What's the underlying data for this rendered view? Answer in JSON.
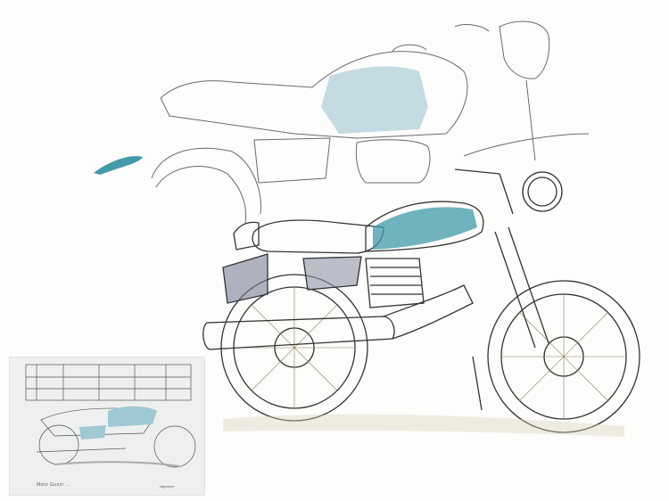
{
  "artwork": {
    "subject": "Motorcycle design sketch",
    "style": "Pencil line drawing with teal watercolor accents",
    "accent_color": "#3d9aa8",
    "wash_color": "#9fc4d0",
    "line_color": "#3a3a3a",
    "paper_color": "#fdfdfc",
    "elements": [
      {
        "name": "concept-sketch-upper",
        "description": "Loose construction sketch of tank, seat, side panel and headlight"
      },
      {
        "name": "main-motorcycle-sketch",
        "description": "Detailed cafe-racer style V-twin motorcycle with teal tank, spoked wheels, twin exhaust"
      },
      {
        "name": "teal-brush-stroke",
        "description": "Single teal watercolor swatch on the left"
      },
      {
        "name": "inset-photo",
        "description": "Small framed photo of a finished illustration of the motorcycle in front of a garage"
      }
    ]
  },
  "inset": {
    "caption": "Moto Guzzi ...",
    "signature": "signature"
  }
}
